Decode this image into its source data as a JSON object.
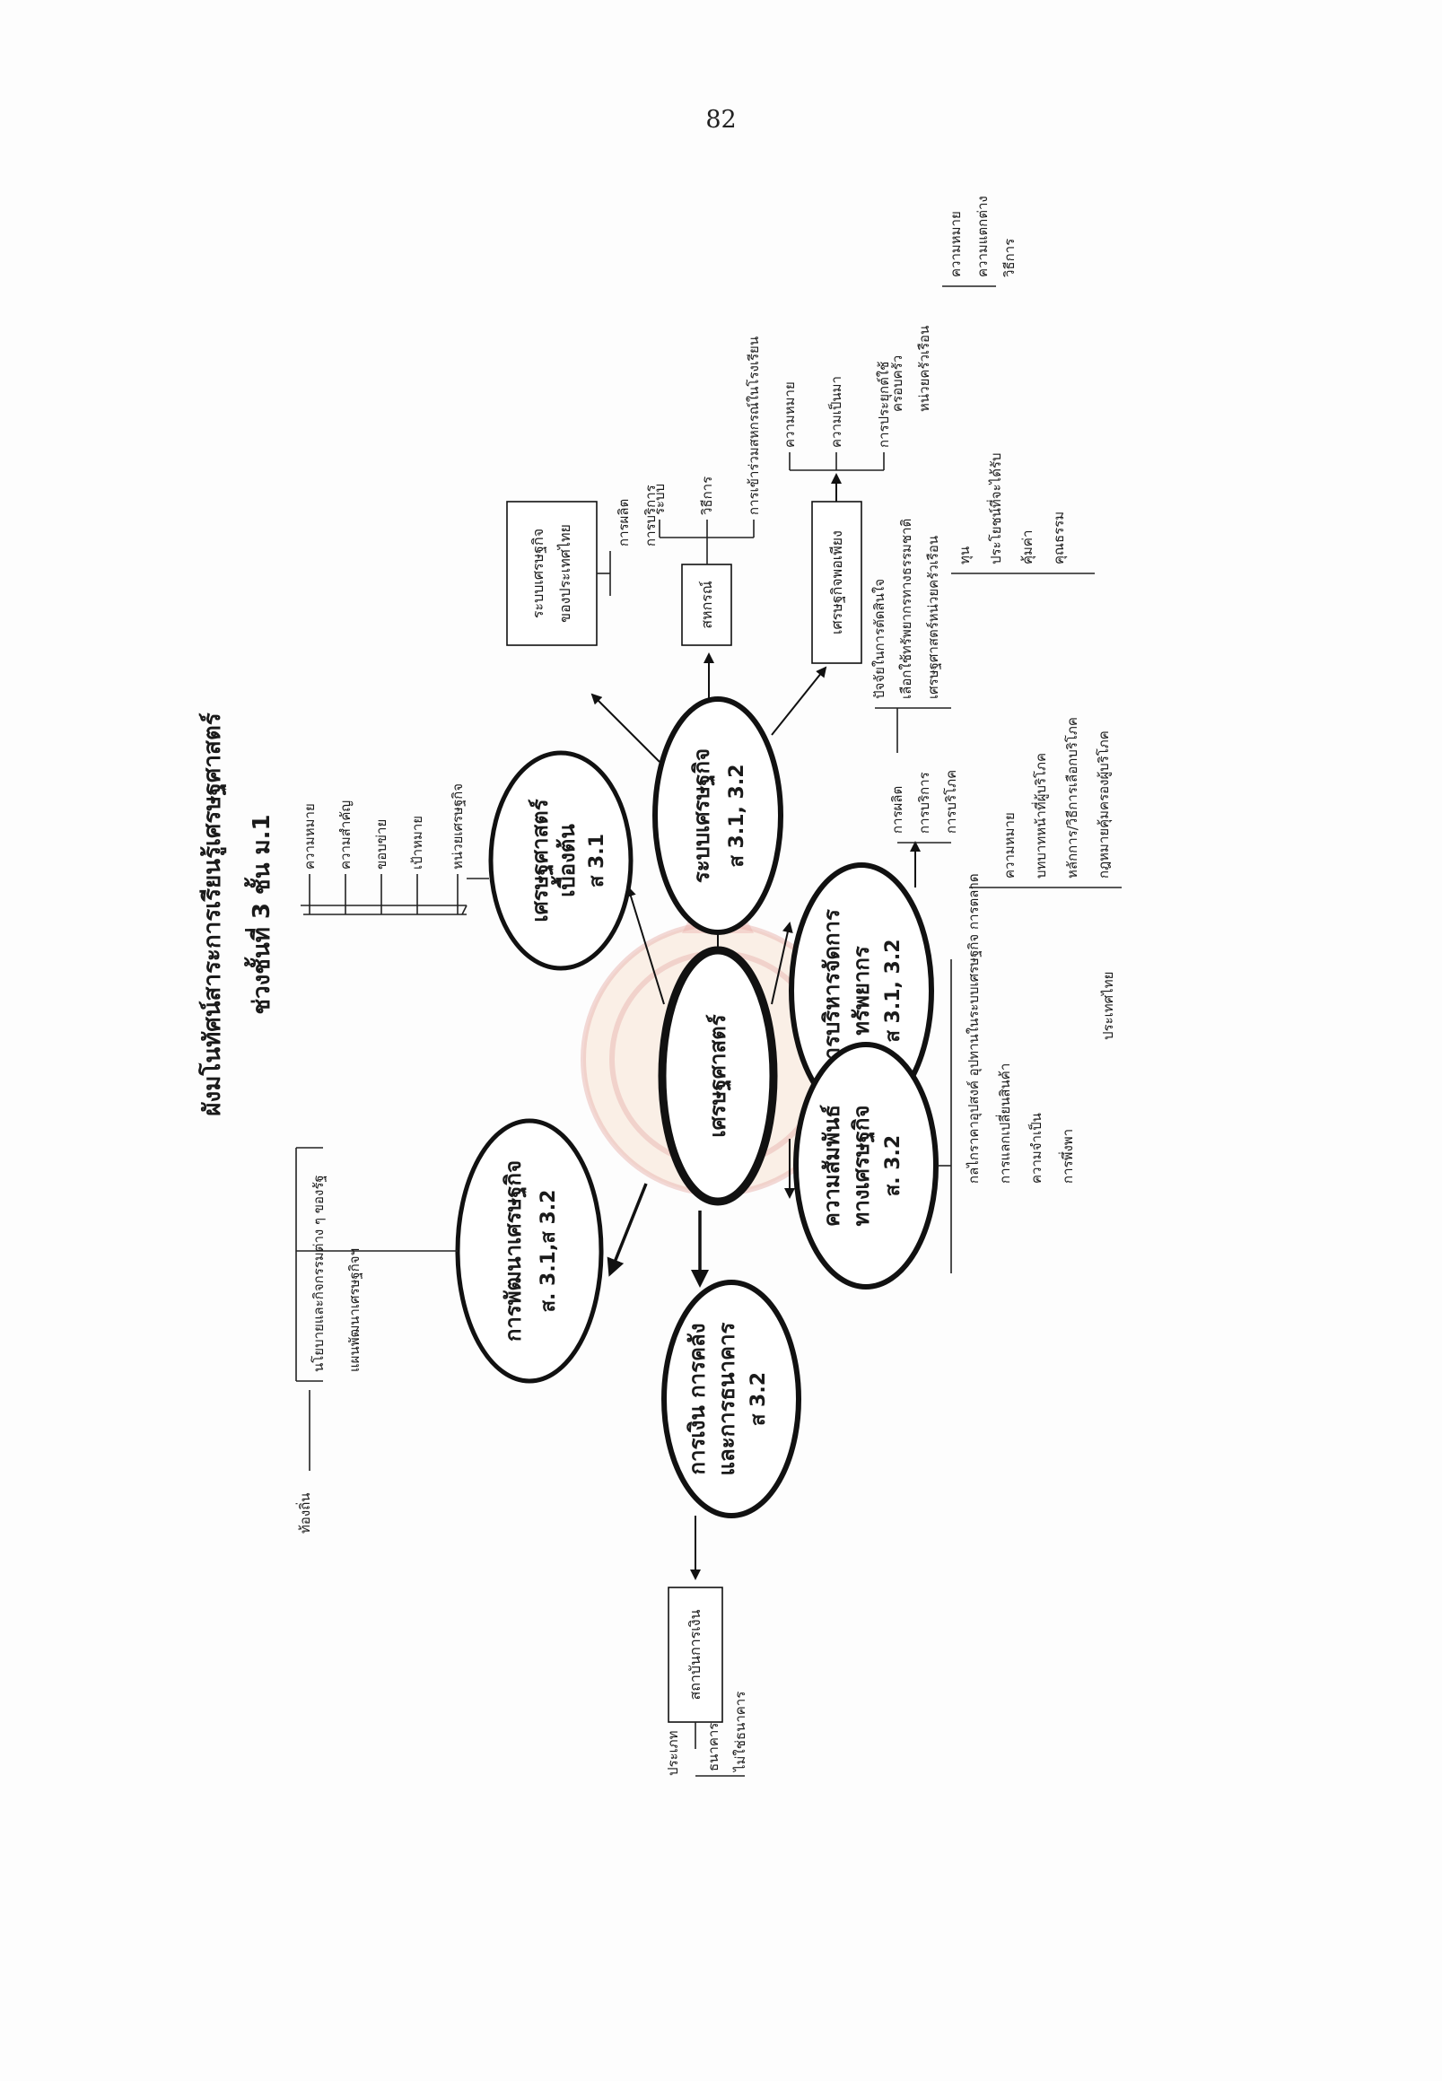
{
  "page_number": "82",
  "title": {
    "line1": "ผังมโนทัศน์สาระการเรียนรู้เศรษฐศาสตร์",
    "line2": "ช่วงชั้นที่  3  ชั้น  ม.1"
  },
  "center": {
    "label": "เศรษฐศาสตร์"
  },
  "nodes": {
    "basics": {
      "title1": "เศรษฐศาสตร์",
      "title2": "เบื้องต้น",
      "code": "ส 3.1",
      "leaves": [
        "ความหมาย",
        "ความสำคัญ",
        "ขอบข่าย",
        "เป้าหมาย",
        "หน่วยเศรษฐกิจ"
      ]
    },
    "system": {
      "title1": "ระบบเศรษฐกิจ",
      "code": "ส 3.1, 3.2",
      "box_system": [
        "ระบบเศรษฐกิจ",
        "ของประเทศไทย"
      ],
      "box_system_leaves": [
        "การผลิต",
        "การบริการ"
      ],
      "box_coop": "สหกรณ์",
      "box_coop_leaves": [
        "ระบบ",
        "วิธีการ",
        "การเข้าร่วมสหกรณ์ในโรงเรียน"
      ],
      "box_sufficiency": "เศรษฐกิจพอเพียง",
      "box_sufficiency_leaves": [
        "ความหมาย",
        "ความเป็นมา",
        "การประยุกต์ใช้"
      ]
    },
    "resource": {
      "title1": "การบริหารจัดการ",
      "title2": "ทรัพยากร",
      "code": "ส 3.1, 3.2",
      "branch_top": [
        "การผลิต",
        "การบริการ",
        "การบริโภค"
      ],
      "production_leaves": [
        "ปัจจัยในการตัดสินใจ",
        "เลือกใช้ทรัพยากรทางธรรมชาติ",
        "เศรษฐศาสตร์หน่วยครัวเรือน"
      ],
      "household": [
        "ครอบครัว",
        "หน่วยครัวเรือน"
      ],
      "household_leaves": [
        "ความหมาย",
        "ความแตกต่าง",
        "วิธีการ"
      ],
      "household_econ_leaves": [
        "ทุน",
        "ประโยชน์ที่จะได้รับ",
        "คุ้มค่า",
        "คุณธรรม"
      ],
      "consumption_leaves": [
        "ความหมาย",
        "บทบาทหน้าที่ผู้บริโภค",
        "หลักการ/วิธีการเลือกบริโภค",
        "กฎหมายคุ้มครองผู้บริโภค"
      ]
    },
    "relations": {
      "title1": "ความสัมพันธ์",
      "title2": "ทางเศรษฐกิจ",
      "code": "ส. 3.2",
      "leaves": [
        "กลไกราคาอุปสงค์ อุปทานในระบบเศรษฐกิจ การตลาด",
        "การแลกเปลี่ยนสินค้า",
        "ความจำเป็น",
        "การพึ่งพา"
      ],
      "sub_leaf": "ประเทศไทย"
    },
    "finance": {
      "title1": "การเงิน การคลัง",
      "title2": "และการธนาคาร",
      "code": "ส 3.2",
      "box": "สถาบันการเงิน",
      "type_label": "ประเภท",
      "type_leaves": [
        "ธนาคาร",
        "ไม่ใช่ธนาคาร"
      ]
    },
    "development": {
      "title1": "การพัฒนาเศรษฐกิจ",
      "code": "ส. 3.1,ส 3.2",
      "leaves": [
        "นโยบายและกิจกรรมต่าง ๆ ของรัฐ",
        "แผนพัฒนาเศรษฐกิจฯ"
      ],
      "sub_leaf": "ท้องถิ่น"
    }
  },
  "colors": {
    "ink": "#111111",
    "seal": "#e9b9b4"
  },
  "icons": [
    "school-seal-watermark"
  ]
}
